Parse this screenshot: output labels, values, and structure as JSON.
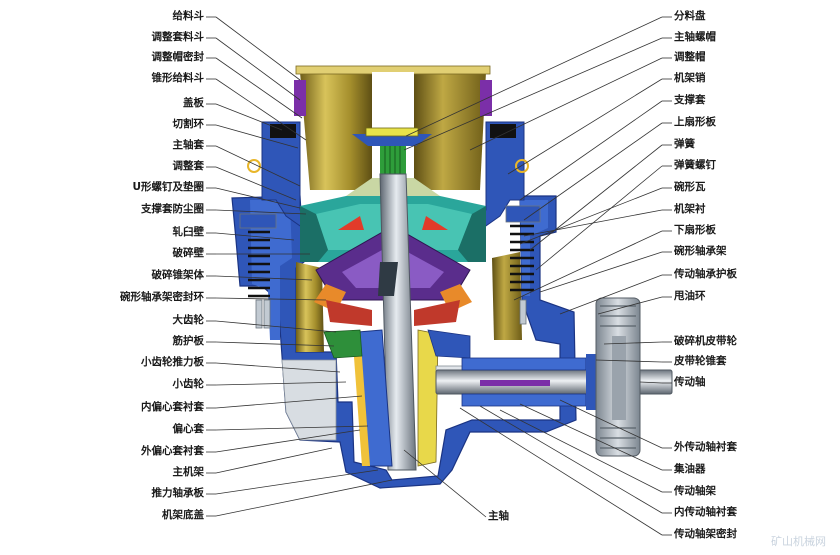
{
  "left_labels": [
    "给料斗",
    "调整套料斗",
    "调整帽密封",
    "锥形给料斗",
    "盖板",
    "切割环",
    "主轴套",
    "调整套",
    "U形螺钉及垫圈",
    "支撑套防尘圈",
    "轧臼壁",
    "破碎壁",
    "破碎锥架体",
    "碗形轴承架密封环",
    "大齿轮",
    "筋护板",
    "小齿轮推力板",
    "小齿轮",
    "内偏心套衬套",
    "偏心套",
    "外偏心套衬套",
    "主机架",
    "推力轴承板",
    "机架底盖"
  ],
  "right_labels": [
    "分料盘",
    "主轴螺帽",
    "调整帽",
    "机架销",
    "支撑套",
    "上扇形板",
    "弹簧",
    "弹簧螺钉",
    "碗形瓦",
    "机架衬",
    "下扇形板",
    "碗形轴承架",
    "传动轴承护板",
    "甩油环",
    "破碎机皮带轮",
    "皮带轮锥套",
    "传动轴",
    "外传动轴衬套",
    "集油器",
    "传动轴架",
    "内传动轴衬套",
    "传动轴架密封"
  ],
  "bottom_label": "主轴",
  "watermark": "矿山机械网",
  "colors": {
    "frame_blue": "#2f56b8",
    "hopper_gold": "#b9a23a",
    "liner_green": "#2aa69b",
    "cone_purple": "#5a2d8c",
    "shaft_gray": "#8f9aa6",
    "leader_line": "#333333"
  }
}
